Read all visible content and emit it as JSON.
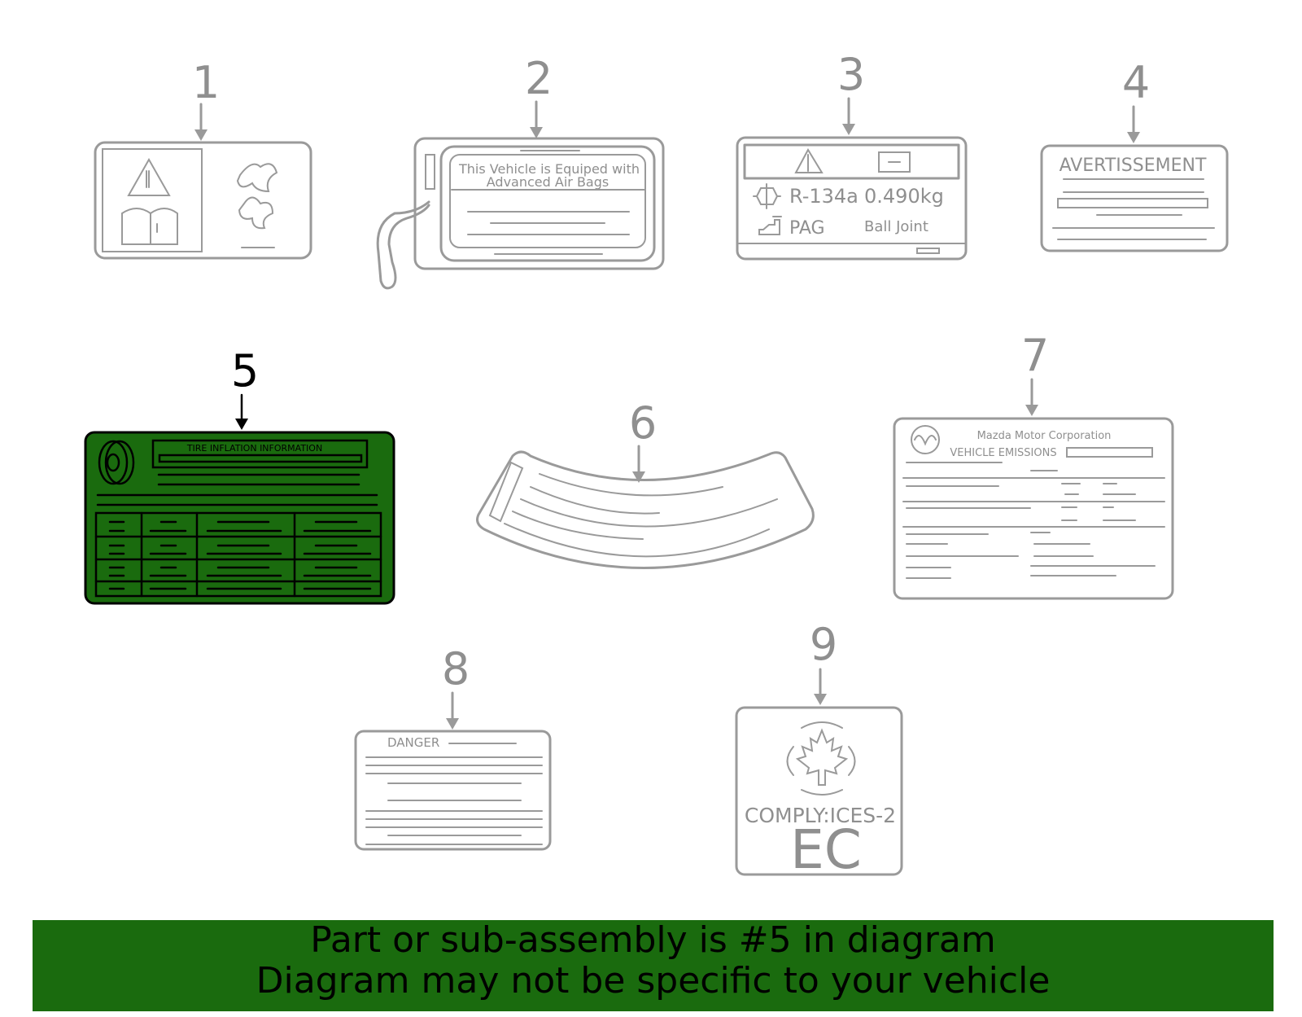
{
  "callouts": {
    "c1": "1",
    "c2": "2",
    "c3": "3",
    "c4": "4",
    "c5": "5",
    "c6": "6",
    "c7": "7",
    "c8": "8",
    "c9": "9"
  },
  "label2": {
    "line1": "This Vehicle is Equiped  with",
    "line2": "Advanced Air Bags"
  },
  "label3": {
    "refrigerant": "R-134a",
    "amount": "0.490kg",
    "oil": "PAG",
    "joint": "Ball Joint"
  },
  "label4": {
    "title": "AVERTISSEMENT"
  },
  "label5": {
    "title": "TIRE INFLATION INFORMATION"
  },
  "label7": {
    "company": "Mazda Motor Corporation",
    "heading": "VEHICLE EMISSIONS"
  },
  "label8": {
    "title": "DANGER"
  },
  "label9": {
    "comply": "COMPLY:ICES-2",
    "mark": "EC"
  },
  "banner": {
    "line1": "Part or sub-assembly is #5 in diagram",
    "line2": "Diagram may not be specific to your vehicle",
    "background": "#1a6b0e"
  },
  "colors": {
    "highlight": "#1a6b0e",
    "line_art": "#9a9a9a"
  },
  "icons": [
    "warning-triangle-icon",
    "manual-book-icon",
    "fan-icon",
    "tire-icon",
    "maple-leaf-icon",
    "mazda-logo-icon"
  ]
}
